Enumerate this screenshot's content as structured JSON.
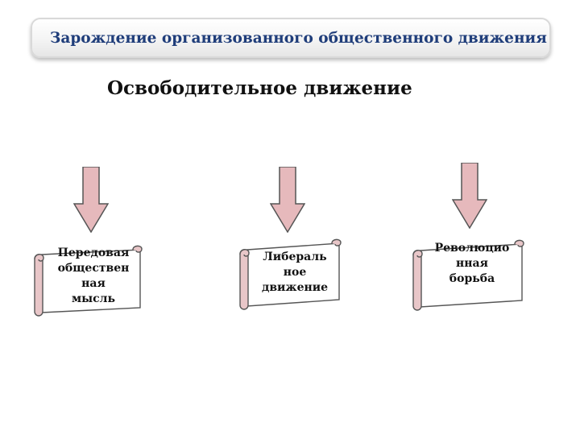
{
  "header": {
    "title": "Зарождение организованного общественного движения"
  },
  "diagram": {
    "heading": "Освободительное движение",
    "branches": [
      {
        "label": "Передовая общественная мысль",
        "lines": "Передовая\nобществен\nная\nмысль"
      },
      {
        "label": "Либеральное движение",
        "lines": "Либераль\nное\nдвижение"
      },
      {
        "label": "Революционная борьба",
        "lines": "Революцио\nнная\nборьба"
      }
    ]
  },
  "colors": {
    "title_text": "#1f3d7a",
    "arrow_fill": "#e6b9bc",
    "arrow_stroke": "#555555",
    "scroll_fill": "#ffffff",
    "scroll_roll": "#e8c6c8"
  },
  "icons": {
    "arrow": "down-arrow-icon",
    "scroll": "scroll-icon"
  }
}
